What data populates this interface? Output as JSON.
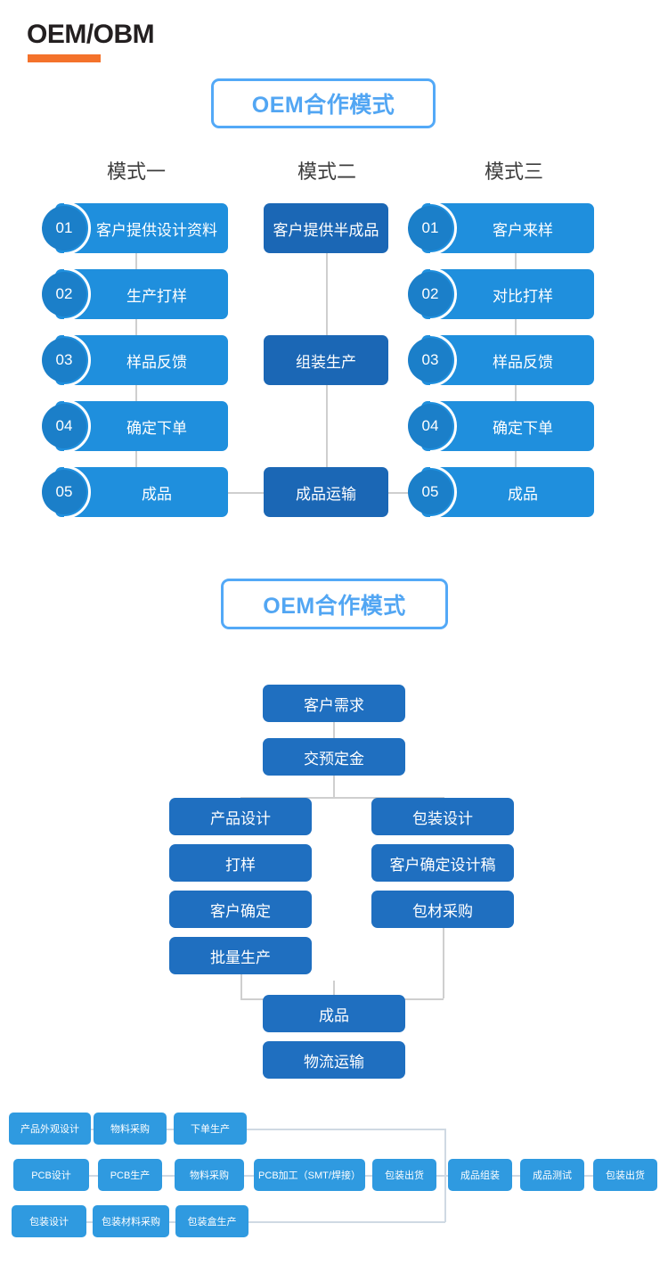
{
  "header": {
    "title": "OEM/OBM",
    "underline_color": "#f4722b"
  },
  "colors": {
    "banner_border": "#53a9f7",
    "banner_text": "#52a6f3",
    "pill_light": "#1f8fdd",
    "pill_dark": "#1b67b5",
    "flow_box": "#1f6fc0",
    "mini_box": "#2f9ae0",
    "connector": "#cfcfcf"
  },
  "section_one": {
    "banner": "OEM合作模式",
    "columns": [
      {
        "heading": "模式一",
        "steps": [
          {
            "num": "01",
            "label": "客户提供设计资料"
          },
          {
            "num": "02",
            "label": "生产打样"
          },
          {
            "num": "03",
            "label": "样品反馈"
          },
          {
            "num": "04",
            "label": "确定下单"
          },
          {
            "num": "05",
            "label": "成品"
          }
        ]
      },
      {
        "heading": "模式二",
        "steps": [
          {
            "num": "",
            "label": "客户提供半成品"
          },
          {
            "num": "",
            "label": "组装生产"
          },
          {
            "num": "",
            "label": "成品运输"
          }
        ]
      },
      {
        "heading": "模式三",
        "steps": [
          {
            "num": "01",
            "label": "客户来样"
          },
          {
            "num": "02",
            "label": "对比打样"
          },
          {
            "num": "03",
            "label": "样品反馈"
          },
          {
            "num": "04",
            "label": "确定下单"
          },
          {
            "num": "05",
            "label": "成品"
          }
        ]
      }
    ]
  },
  "section_two": {
    "banner": "OEM合作模式",
    "nodes": {
      "customer_demand": "客户需求",
      "deposit": "交预定金",
      "left_branch": [
        "产品设计",
        "打样",
        "客户确定",
        "批量生产"
      ],
      "right_branch": [
        "包装设计",
        "客户确定设计稿",
        "包材采购"
      ],
      "finished": "成品",
      "logistics": "物流运输"
    }
  },
  "section_three": {
    "rows": [
      [
        "产品外观设计",
        "物料采购",
        "下单生产"
      ],
      [
        "PCB设计",
        "PCB生产",
        "物料采购",
        "PCB加工（SMT/焊接）",
        "包装出货"
      ],
      [
        "包装设计",
        "包装材料采购",
        "包装盒生产"
      ]
    ],
    "tail": [
      "成品组装",
      "成品测试",
      "包装出货"
    ]
  }
}
